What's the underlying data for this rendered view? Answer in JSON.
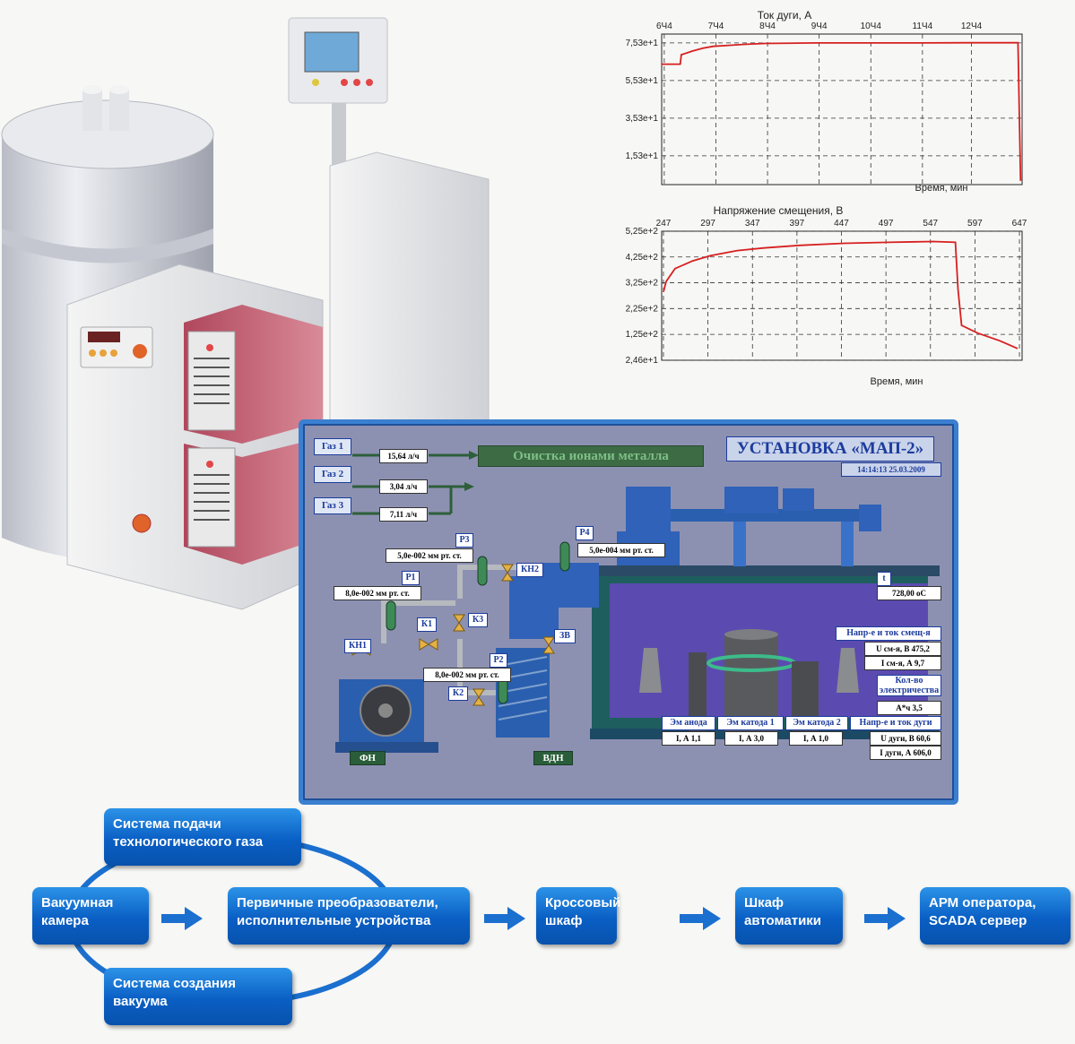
{
  "chart_data": [
    {
      "type": "line",
      "title": "Ток дуги, А",
      "xlabel": "Время, мин",
      "ylabel": "",
      "x_ticks": [
        "6Ч4",
        "7Ч4",
        "8Ч4",
        "9Ч4",
        "10Ч4",
        "11Ч4",
        "12Ч4"
      ],
      "y_ticks": [
        "7,53e+1",
        "5,53e+1",
        "3,53e+1",
        "1,53e+1"
      ],
      "ylim": [
        0,
        80
      ],
      "grid": true,
      "series": [
        {
          "color": "#d62020",
          "x": [
            0,
            0.36,
            0.38,
            0.6,
            0.8,
            1.0,
            1.3,
            1.6,
            2.0,
            3.0,
            4.0,
            5.0,
            6.0,
            6.9,
            6.95
          ],
          "y": [
            64,
            64,
            69,
            71,
            72.5,
            73.5,
            74,
            74.5,
            75,
            75.3,
            75.3,
            75.3,
            75.4,
            75.4,
            2
          ]
        }
      ]
    },
    {
      "type": "line",
      "title": "Напряжение смещения, В",
      "xlabel": "Время, мин",
      "ylabel": "",
      "x_ticks": [
        "247",
        "297",
        "347",
        "397",
        "447",
        "497",
        "547",
        "597",
        "647"
      ],
      "y_ticks": [
        "5,25e+2",
        "4,25e+2",
        "3,25e+2",
        "2,25e+2",
        "1,25e+2",
        "2,46e+1"
      ],
      "ylim": [
        24.6,
        525
      ],
      "grid": true,
      "series": [
        {
          "color": "#d62020",
          "x": [
            247,
            250,
            260,
            280,
            300,
            330,
            360,
            400,
            450,
            500,
            550,
            575,
            578,
            582,
            600,
            625,
            645
          ],
          "y": [
            290,
            330,
            380,
            410,
            430,
            450,
            460,
            470,
            478,
            482,
            485,
            482,
            300,
            160,
            130,
            100,
            70
          ]
        }
      ]
    }
  ],
  "scada": {
    "title": "УСТАНОВКА «МАП-2»",
    "datetime": "14:14:13 25.03.2009",
    "mode": "Очистка ионами металла",
    "gases": [
      {
        "label": "Газ 1",
        "flow": "15,64 л/ч"
      },
      {
        "label": "Газ 2",
        "flow": "3,04 л/ч"
      },
      {
        "label": "Газ 3",
        "flow": "7,11 л/ч"
      }
    ],
    "sensors": {
      "p1_label": "P1",
      "p1_value": "8,0e-002 мм рт. ст.",
      "p2_label": "P2",
      "p2_value": "8,0e-002 мм рт. ст.",
      "p3_label": "P3",
      "p3_value": "5,0e-002 мм рт. ст.",
      "p4_label": "P4",
      "p4_value": "5,0e-004 мм рт. ст."
    },
    "valves": {
      "kn1": "КН1",
      "kn2": "КН2",
      "k1": "К1",
      "k2": "К2",
      "k3": "К3",
      "zv": "ЗВ"
    },
    "pumps": {
      "fn": "ФН",
      "vdn": "ВДН"
    },
    "temperature": {
      "label": "t",
      "value": "728,00 оС"
    },
    "bias": {
      "title": "Напр-е и ток смещ-я",
      "u": "U см-я, В 475,2",
      "i": "I см-я, А 9,7"
    },
    "charge": {
      "title": "Кол-во электричества",
      "value": "А*ч 3,5"
    },
    "arc": {
      "title": "Напр-е и ток дуги",
      "u": "U дуги, В 60,6",
      "i": "I дуги, А 606,0"
    },
    "emitters": [
      {
        "title": "Эм анода",
        "value": "I, А 1,1"
      },
      {
        "title": "Эм катода 1",
        "value": "I, А 3,0"
      },
      {
        "title": "Эм катода 2",
        "value": "I, А 1,0"
      }
    ]
  },
  "flow": {
    "gas_system": "Система подачи технологического газа",
    "vacuum_chamber": "Вакуумная камера",
    "vacuum_system": "Система создания вакуума",
    "sensors": "Первичные преобразователи, исполнительные устройства",
    "cross_cabinet": "Кроссовый шкаф",
    "automation_cabinet": "Шкаф автоматики",
    "operator": "АРМ оператора, SCADA сервер"
  }
}
